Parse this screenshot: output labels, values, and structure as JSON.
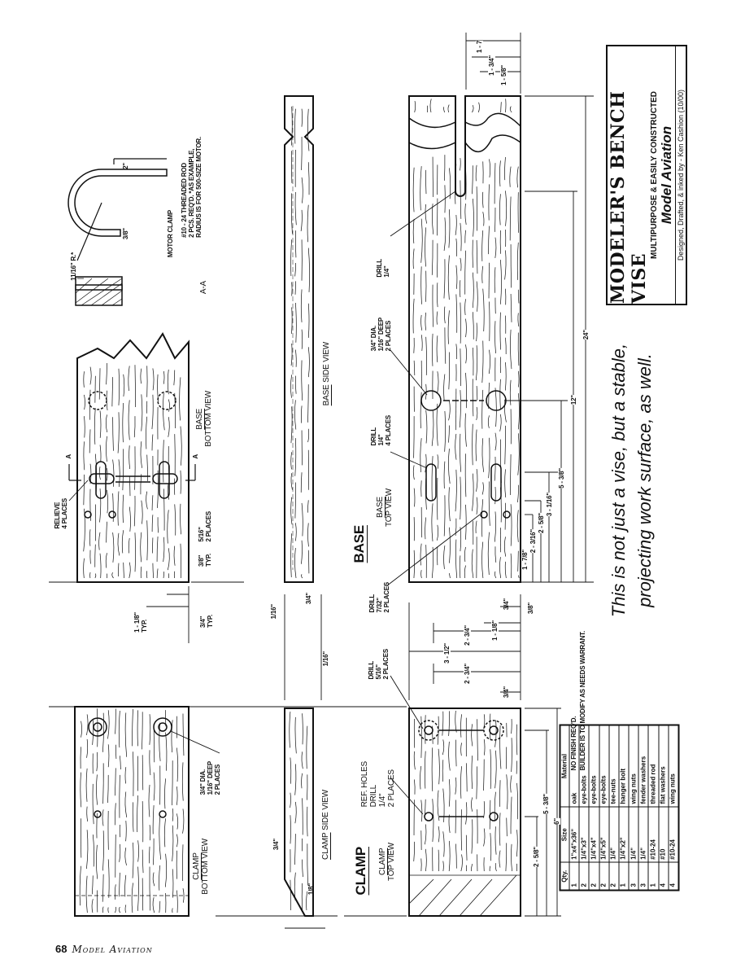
{
  "title_block": {
    "title": "MODELER'S BENCH VISE",
    "subtitle": "MULTIPURPOSE & EASILY CONSTRUCTED",
    "publication": "Model Aviation",
    "credit": "Designed, Drafted, & inked by - Ken Cashion (10/00)"
  },
  "caption": "This is not just a vise, but a stable, projecting work surface, as well.",
  "notes": {
    "finish": "NO FINISH REQ'D.",
    "builder": "BUILDER IS TO MODIFY AS NEEDS WARRANT."
  },
  "parts_table": {
    "headers": [
      "Qty.",
      "Size",
      "Material"
    ],
    "rows": [
      [
        "1",
        "1\"x4\"x36\"",
        "oak"
      ],
      [
        "2",
        "1/4\"x3\"",
        "eye-bolts"
      ],
      [
        "2",
        "1/4\"x4\"",
        "eye-bolts"
      ],
      [
        "2",
        "1/4\"x5\"",
        "eye-bolts"
      ],
      [
        "2",
        "1/4\"",
        "tee-nuts"
      ],
      [
        "1",
        "1/4\"x2\"",
        "hanger bolt"
      ],
      [
        "3",
        "1/4\"",
        "wing nuts"
      ],
      [
        "3",
        "1/4\"",
        "fender washers"
      ],
      [
        "1",
        "#10-24",
        "threaded rod"
      ],
      [
        "4",
        "#10",
        "flat washers"
      ],
      [
        "4",
        "#10-24",
        "wing nuts"
      ]
    ]
  },
  "sections": {
    "base": "BASE",
    "clamp": "CLAMP"
  },
  "views": {
    "base_bottom": [
      "BASE",
      "BOTTOM VIEW"
    ],
    "base_side": [
      "BASE",
      " SIDE VIEW"
    ],
    "base_top": [
      "BASE",
      "TOP VIEW"
    ],
    "clamp_bottom": [
      "CLAMP",
      "BOTTOM VIEW"
    ],
    "clamp_side": [
      "CLAMP",
      " SIDE VIEW"
    ],
    "clamp_top": [
      "CLAMP",
      "TOP VIEW"
    ],
    "section_aa": "A-A",
    "section_arrow": "A",
    "motor_clamp": "MOTOR CLAMP"
  },
  "callouts": {
    "relieve": [
      "RELIEVE",
      "4 PLACES"
    ],
    "slot_5_16": [
      "5/16\"",
      "2 PLACES"
    ],
    "typ_3_8": [
      "3/8\"",
      "TYP."
    ],
    "typ_1_1_8": [
      "1 - 1/8\"",
      "TYP."
    ],
    "typ_3_4": [
      "3/4\"",
      "TYP."
    ],
    "radius": "11/16\" R.*",
    "motor_3_8": "3/8\"",
    "motor_2": "2\"",
    "motor_note": [
      "#10 - 24 THREADED ROD",
      "2 PCS. REQ'D.  *AS EXAMPLE,",
      "RADIUS IS FOR 500-SIZE MOTOR."
    ],
    "side_1_16_a": "1/16\"",
    "side_3_4": "3/4\"",
    "side_1_16_b": "1/16\"",
    "clamp_side_3_4": "3/4\"",
    "clamp_side_1_8": "1/8\"",
    "clamp_bottom_recess": [
      "3/4\" DIA.",
      "1/16\" DEEP",
      "2 PLACES"
    ],
    "base_drill_top": [
      "DRILL",
      "1/4\""
    ],
    "base_recess": [
      "3/4\" DIA.",
      "1/16\" DEEP",
      "2 PLACES"
    ],
    "base_drill_4": [
      "DRILL",
      "1/4\"",
      "4 PLACES"
    ],
    "base_drill_7_32": [
      "DRILL",
      "7/32\"",
      "2 PLACES"
    ],
    "clamp_drill_5_16": [
      "DRILL",
      "5/16\"",
      "2 PLACES"
    ],
    "ref_holes": [
      "REF. HOLES",
      "DRILL",
      "1/4\"",
      "2 PLACES"
    ]
  },
  "dimensions": {
    "slot_1_7": "1 - 7",
    "slot_1_3_4": "1 - 3/4\"",
    "slot_1_5_8": "1 - 5/8\"",
    "d24": "24\"",
    "d12": "12\"",
    "d5_3_8": "5 - 3/8\"",
    "d3_1_16": "3 - 1/16\"",
    "d2_5_8": "2 - 5/8\"",
    "d2_3_16": "2 - 3/16\"",
    "d1_7_8": "1 - 7/8\"",
    "d3_8": "3/8\"",
    "d3_4_a": "3/4\"",
    "d1_1_8": "1 - 1/8\"",
    "d2_3_4_a": "2 - 3/4\"",
    "d3_1_2": "3 - 1/2\"",
    "d2_3_4_b": "2 - 3/4\"",
    "d3_4_b": "3/4\"",
    "c2_5_8": "2 - 5/8\"",
    "c5_3_8": "5 - 3/8\"",
    "c6": "6\""
  },
  "footer": {
    "page": "68",
    "magazine": "Model Aviation"
  }
}
